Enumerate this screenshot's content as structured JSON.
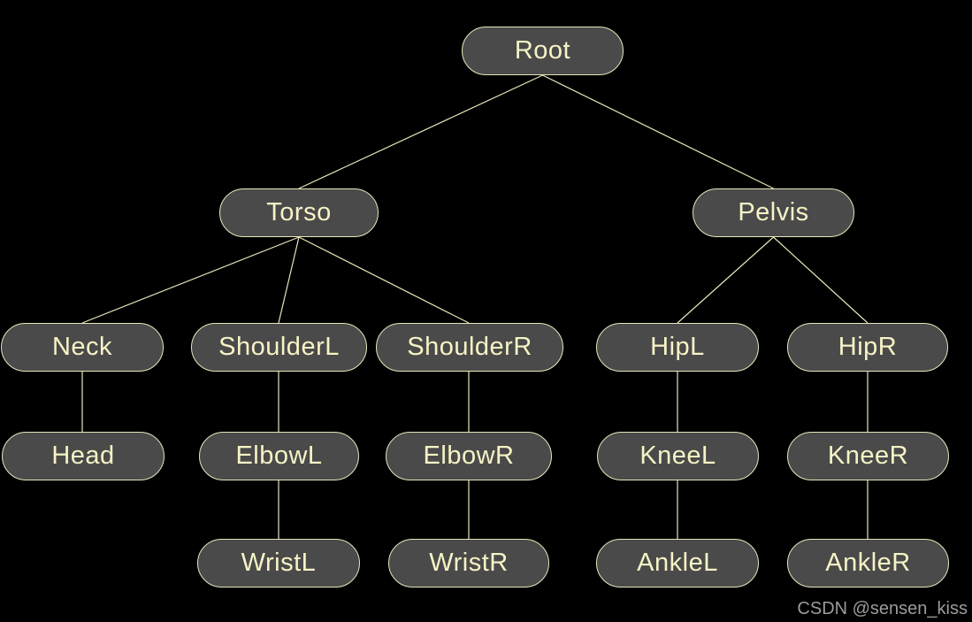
{
  "diagram": {
    "type": "tree",
    "description": "Skeleton joint hierarchy"
  },
  "colors": {
    "background": "#000000",
    "node_fill": "#4a4a4a",
    "node_border": "#e9e5ba",
    "node_text": "#f7f3c6",
    "edge": "#e9e5ba",
    "watermark_text": "#9c9c9c"
  },
  "nodes": {
    "root": {
      "label": "Root"
    },
    "torso": {
      "label": "Torso"
    },
    "pelvis": {
      "label": "Pelvis"
    },
    "neck": {
      "label": "Neck"
    },
    "shoulderL": {
      "label": "ShoulderL"
    },
    "shoulderR": {
      "label": "ShoulderR"
    },
    "hipL": {
      "label": "HipL"
    },
    "hipR": {
      "label": "HipR"
    },
    "head": {
      "label": "Head"
    },
    "elbowL": {
      "label": "ElbowL"
    },
    "elbowR": {
      "label": "ElbowR"
    },
    "kneeL": {
      "label": "KneeL"
    },
    "kneeR": {
      "label": "KneeR"
    },
    "wristL": {
      "label": "WristL"
    },
    "wristR": {
      "label": "WristR"
    },
    "ankleL": {
      "label": "AnkleL"
    },
    "ankleR": {
      "label": "AnkleR"
    }
  },
  "hierarchy": {
    "Root": [
      "Torso",
      "Pelvis"
    ],
    "Torso": [
      "Neck",
      "ShoulderL",
      "ShoulderR"
    ],
    "Neck": [
      "Head"
    ],
    "ShoulderL": [
      "ElbowL"
    ],
    "ElbowL": [
      "WristL"
    ],
    "ShoulderR": [
      "ElbowR"
    ],
    "ElbowR": [
      "WristR"
    ],
    "Pelvis": [
      "HipL",
      "HipR"
    ],
    "HipL": [
      "KneeL"
    ],
    "KneeL": [
      "AnkleL"
    ],
    "HipR": [
      "KneeR"
    ],
    "KneeR": [
      "AnkleR"
    ]
  },
  "watermark": {
    "text": "CSDN @sensen_kiss"
  }
}
